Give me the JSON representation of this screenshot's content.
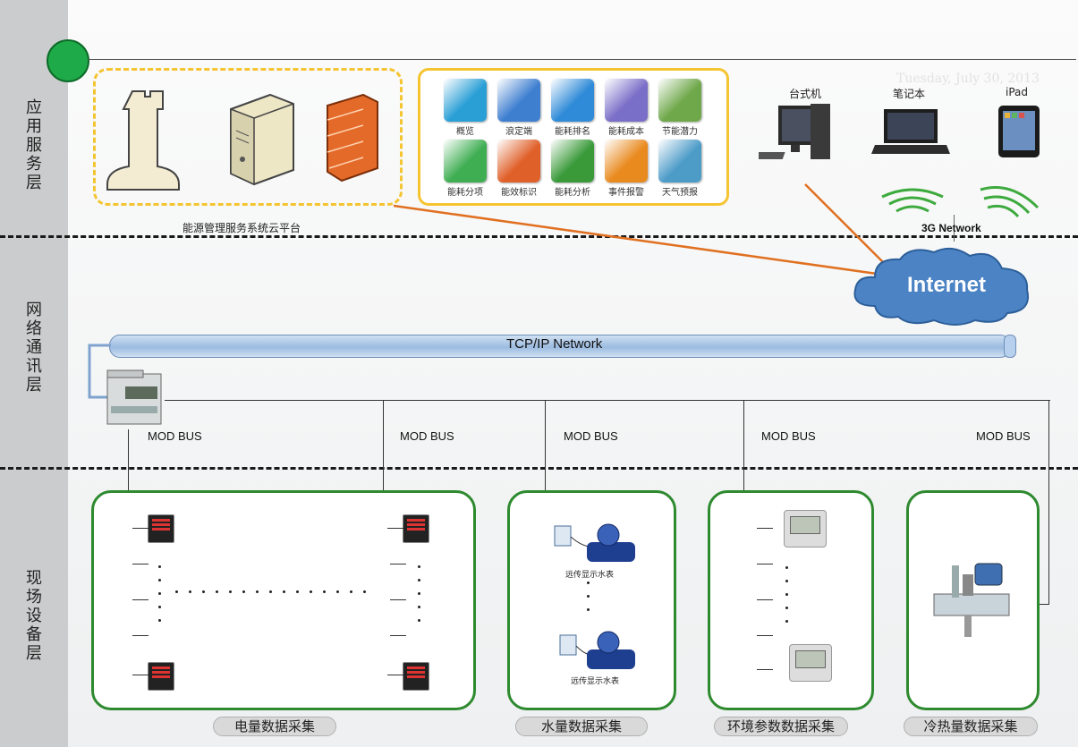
{
  "layers": {
    "app": "应用服务层",
    "network": "网络通讯层",
    "field": "现场设备层"
  },
  "cloud_platform_label": "能源管理服务系统云平台",
  "apps": [
    {
      "label": "概览",
      "color": "#2a9fd6"
    },
    {
      "label": "浪定端",
      "color": "#3f7fd0"
    },
    {
      "label": "能耗排名",
      "color": "#2f8bd8"
    },
    {
      "label": "能耗成本",
      "color": "#7a6fc8"
    },
    {
      "label": "节能潜力",
      "color": "#6fa84a"
    },
    {
      "label": "能耗分项",
      "color": "#3fae53"
    },
    {
      "label": "能效标识",
      "color": "#e0602a"
    },
    {
      "label": "能耗分析",
      "color": "#3a9a3a"
    },
    {
      "label": "事件报警",
      "color": "#e98a1f"
    },
    {
      "label": "天气预报",
      "color": "#4d9cc8"
    }
  ],
  "date_watermark": "Tuesday, July 30, 2013",
  "clients": {
    "desktop": "台式机",
    "laptop": "笔记本",
    "ipad": "iPad"
  },
  "network_3g": "3G Network",
  "internet": "Internet",
  "tcp_ip": "TCP/IP Network",
  "modbus": [
    "MOD BUS",
    "MOD BUS",
    "MOD BUS",
    "MOD BUS",
    "MOD BUS"
  ],
  "water_meter_label": "远传显示水表",
  "groups": {
    "electric": "电量数据采集",
    "water": "水量数据采集",
    "env": "环境参数数据采集",
    "heat": "冷热量数据采集"
  }
}
